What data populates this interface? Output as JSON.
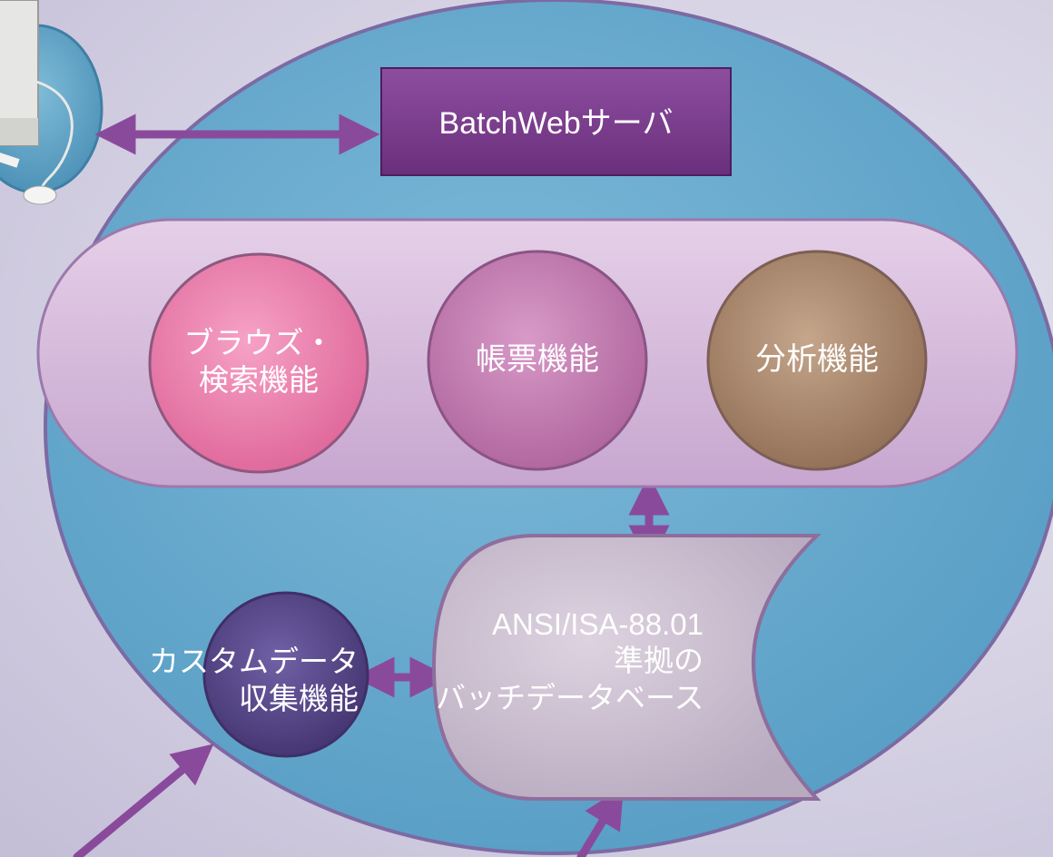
{
  "server": {
    "label": "BatchWebサーバ"
  },
  "functions": [
    {
      "lines": [
        "ブラウズ・",
        "検索機能"
      ],
      "color": "#f07fae"
    },
    {
      "lines": [
        "帳票機能"
      ],
      "color": "#c87bb4"
    },
    {
      "lines": [
        "分析機能"
      ],
      "color": "#ae8e76"
    }
  ],
  "custom_collection": {
    "lines": [
      "カスタムデータ",
      "収集機能"
    ],
    "color": "#5b4b8e"
  },
  "database": {
    "lines": [
      "ANSI/ISA-88.01",
      "準拠の",
      "バッチデータベース"
    ]
  },
  "colors": {
    "main_ellipse": "#6aaed0",
    "server_box": "#7d3d8e",
    "function_tray": "#d8bede",
    "arrow": "#8a4a9c"
  }
}
